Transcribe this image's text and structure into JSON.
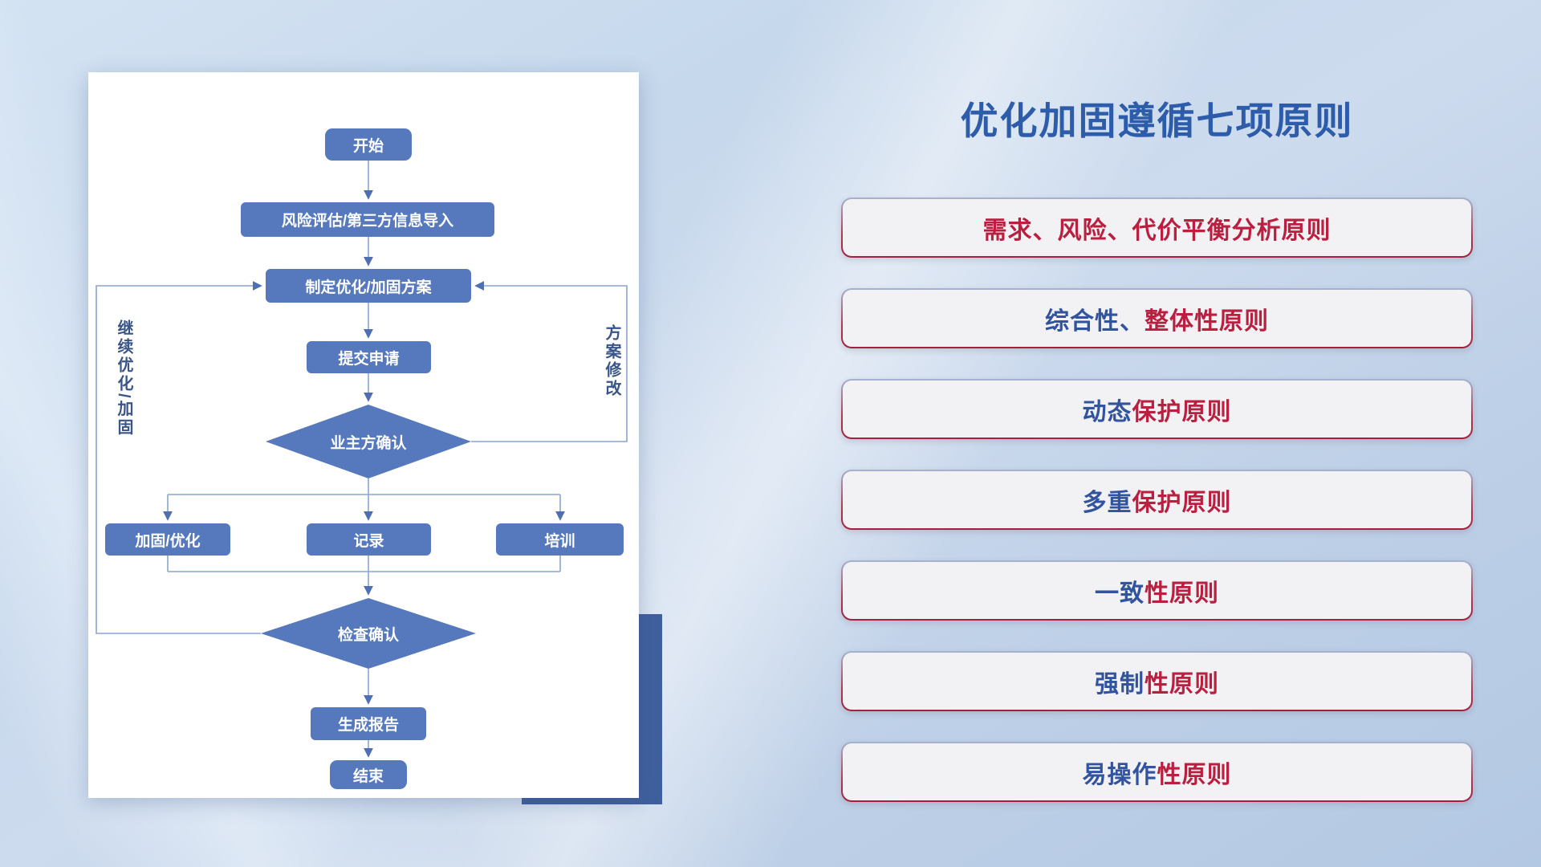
{
  "slide": {
    "flowchart": {
      "nodes": {
        "start": "开始",
        "risk_import": "风险评估/第三方信息导入",
        "make_plan": "制定优化/加固方案",
        "submit_request": "提交申请",
        "owner_confirm": "业主方确认",
        "reinforce_optimize": "加固/优化",
        "record": "记录",
        "training": "培训",
        "check_confirm": "检查确认",
        "generate_report": "生成报告",
        "end": "结束"
      },
      "edge_labels": {
        "continue_optimize": "继续优化/加固",
        "plan_modify": "方案修改"
      }
    },
    "right_panel": {
      "title": "优化加固遵循七项原则",
      "principles": [
        {
          "blue": "",
          "red": "需求、风险、代价平衡分析原则"
        },
        {
          "blue": "综合性、",
          "red": "整体性原则"
        },
        {
          "blue": "动态",
          "red": "保护原则"
        },
        {
          "blue": "多重",
          "red": "保护原则"
        },
        {
          "blue": "一致",
          "red": "性原则"
        },
        {
          "blue": "强制",
          "red": "性原则"
        },
        {
          "blue": "易操作",
          "red": "性原则"
        }
      ]
    },
    "colors": {
      "title_blue": "#2c5caa",
      "principle_blue": "#32549e",
      "principle_red": "#bb1f3f",
      "flow_node_blue": "#5679bd",
      "flow_line_blue": "#8aa4d2",
      "card_shadow_navy": "#405f9d"
    }
  }
}
